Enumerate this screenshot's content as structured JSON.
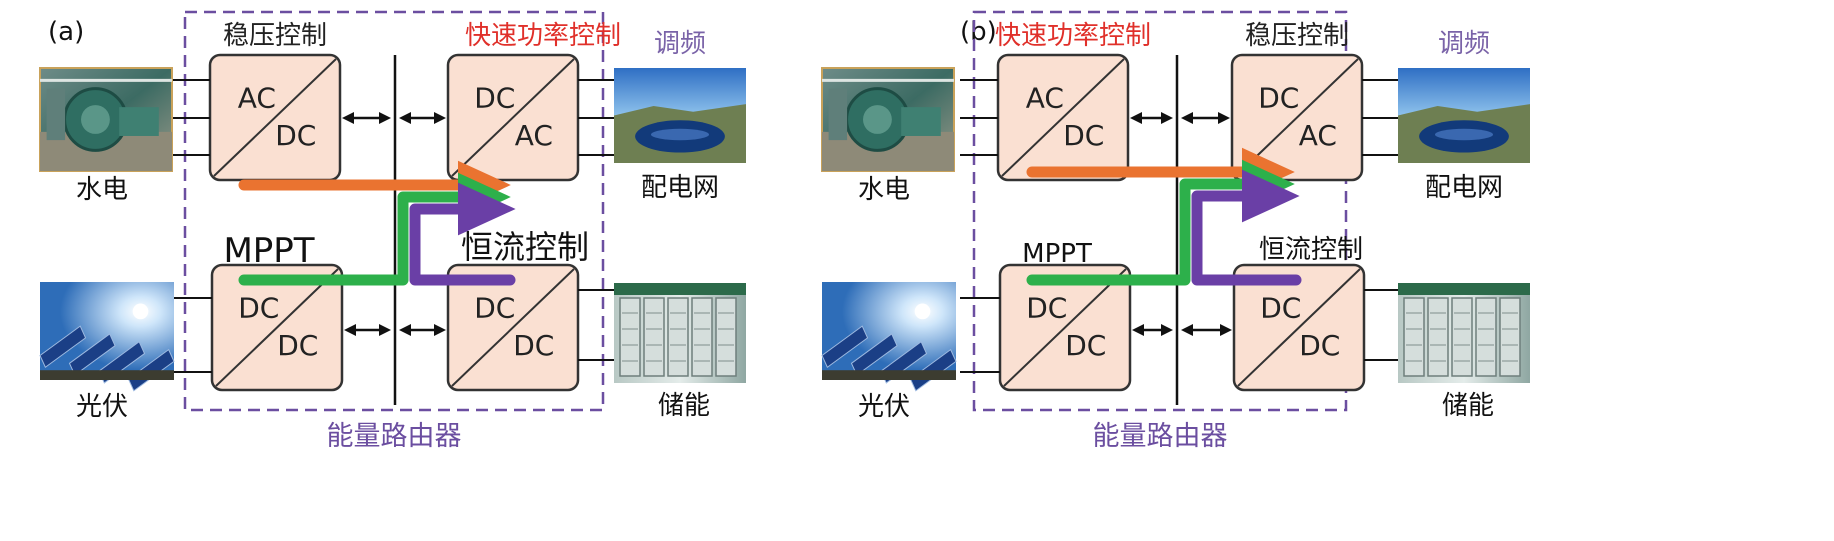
{
  "colors": {
    "dashed_border": "#6B4EA0",
    "converter_fill": "#FAE0D2",
    "converter_stroke": "#333333",
    "red_label": "#E0302A",
    "purple_label": "#7A63A8",
    "orange_flow": "#EA7330",
    "green_flow": "#2DB04B",
    "purple_flow": "#6A3FA6",
    "text": "#222222"
  },
  "panels": [
    {
      "label": "(a)",
      "router_label": "能量路由器",
      "top_left_control": "稳压控制",
      "top_right_control": "快速功率控制",
      "bottom_left_control": "MPPT",
      "bottom_right_control": "恒流控制",
      "freq_label": "调频",
      "sources": {
        "hydro": "水电",
        "pv": "光伏",
        "grid": "配电网",
        "storage": "储能"
      },
      "converters": {
        "top_left": [
          "AC",
          "DC"
        ],
        "top_right": [
          "DC",
          "AC"
        ],
        "bottom_left": [
          "DC",
          "DC"
        ],
        "bottom_right": [
          "DC",
          "DC"
        ]
      },
      "red_control": "top_right"
    },
    {
      "label": "(b)",
      "router_label": "能量路由器",
      "top_left_control": "快速功率控制",
      "top_right_control": "稳压控制",
      "bottom_left_control": "MPPT",
      "bottom_right_control": "恒流控制",
      "freq_label": "调频",
      "sources": {
        "hydro": "水电",
        "pv": "光伏",
        "grid": "配电网",
        "storage": "储能"
      },
      "converters": {
        "top_left": [
          "AC",
          "DC"
        ],
        "top_right": [
          "DC",
          "AC"
        ],
        "bottom_left": [
          "DC",
          "DC"
        ],
        "bottom_right": [
          "DC",
          "DC"
        ]
      },
      "red_control": "top_left"
    }
  ]
}
